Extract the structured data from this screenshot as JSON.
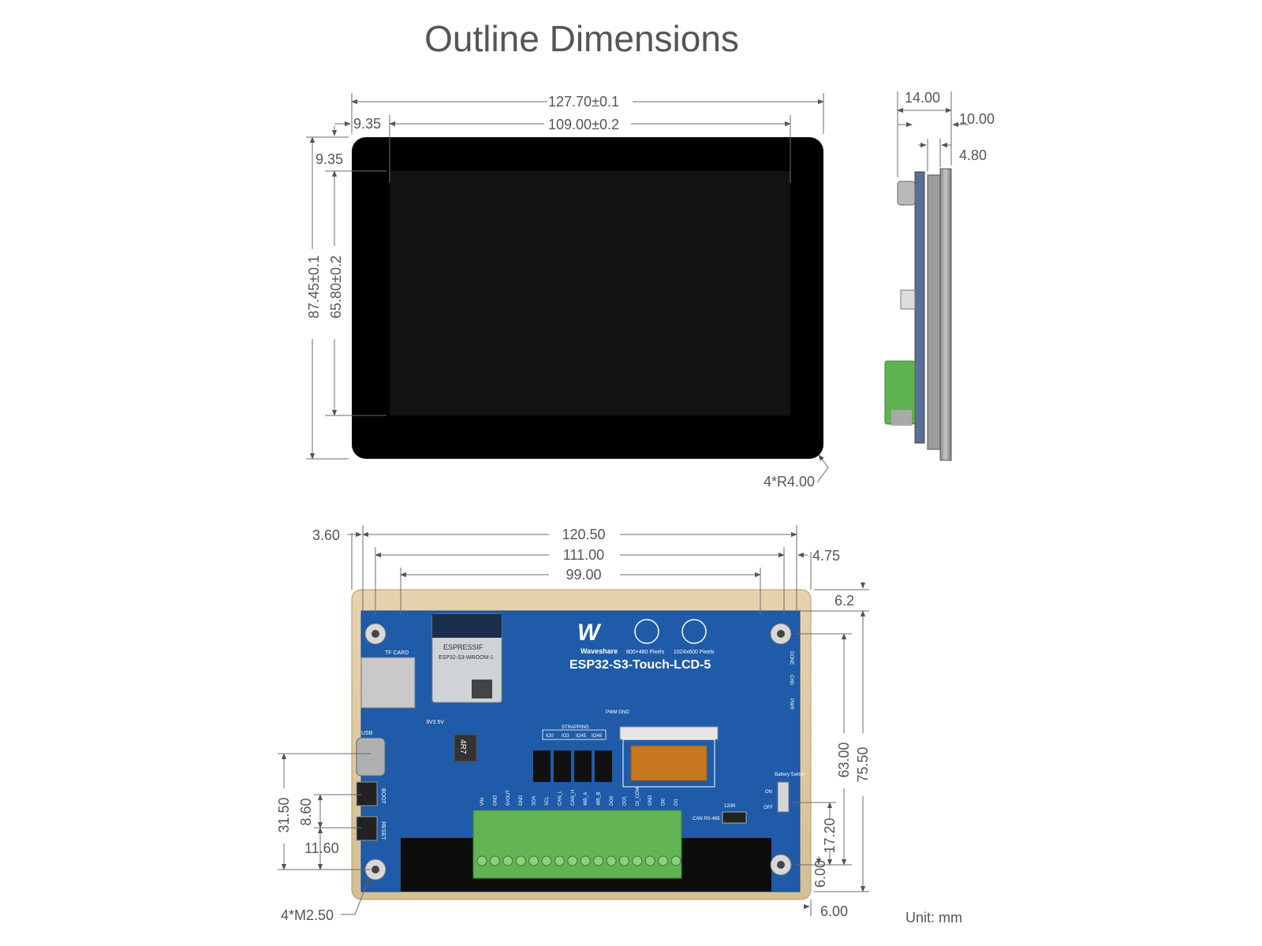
{
  "title": "Outline Dimensions",
  "unit_label": "Unit: mm",
  "front_view": {
    "overall_width": "127.70±0.1",
    "display_width": "109.00±0.2",
    "left_margin": "9.35",
    "top_margin": "9.35",
    "overall_height": "87.45±0.1",
    "display_height": "65.80±0.2",
    "corner_radius": "4*R4.00"
  },
  "side_view": {
    "total_depth": "14.00",
    "panel_depth": "10.00",
    "glass_depth": "4.80"
  },
  "back_view": {
    "mount_span": "120.50",
    "frame_width": "111.00",
    "inner_width": "99.00",
    "left_offset": "3.60",
    "right_offset": "4.75",
    "top_offset": "6.2",
    "board_height": "75.50",
    "hole_spacing_v": "63.00",
    "switch_offset": "17.20",
    "bottom_offset_v": "6.00",
    "bottom_offset_h": "6.00",
    "usb_offset": "31.50",
    "boot_offset": "8.60",
    "reset_offset": "11.60",
    "mount_holes": "4*M2.50"
  },
  "board": {
    "brand": "Waveshare",
    "model": "ESP32-S3-Touch-LCD-5",
    "resolution_a": "800×480 Pixels",
    "resolution_b": "1024x600 Pixels",
    "module_brand": "ESPRESSIF",
    "module_name": "ESP32-S3-WROOM-1",
    "tf_card": "TF CARD",
    "usb": "USB",
    "boot": "BOOT",
    "reset": "RESET",
    "strapping": "STRAPPING",
    "pwm_gnd": "PWM GND",
    "battery_switch": "Battery Switch",
    "can_rs485": "CAN RS-485",
    "r120": "120R",
    "inductor": "4R7",
    "done": "DONE",
    "chg": "CHG",
    "pwr": "PWR",
    "on": "ON",
    "off": "OFF",
    "voltage": "3V3 5V",
    "pins": [
      "VIN",
      "GND",
      "5VOUT",
      "GND",
      "SDA",
      "SCL",
      "CAN_L",
      "CAN_H",
      "485_A",
      "485_B",
      "DO0",
      "DO1",
      "DI_COM",
      "GND",
      "DI0",
      "DI1"
    ],
    "io_labels": [
      "IO0",
      "IO3",
      "IO45",
      "IO46"
    ]
  }
}
